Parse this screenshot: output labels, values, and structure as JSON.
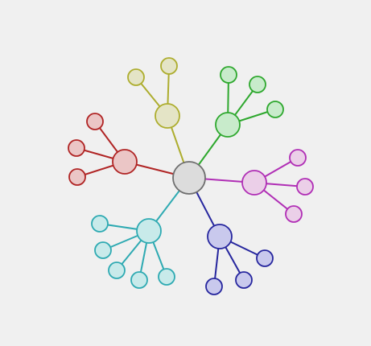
{
  "diagram": {
    "type": "radial-tree",
    "root": {
      "fill": "#dcdcdc",
      "stroke": "#6e6e6e"
    },
    "branches": [
      {
        "id": "olive",
        "fill": "#e4e4c6",
        "stroke": "#adad2e",
        "child_count": 2
      },
      {
        "id": "green",
        "fill": "#c8ebcb",
        "stroke": "#2ea82e",
        "child_count": 3
      },
      {
        "id": "red",
        "fill": "#ebc6c6",
        "stroke": "#b02424",
        "child_count": 3
      },
      {
        "id": "magenta",
        "fill": "#ebcfe8",
        "stroke": "#b02eb5",
        "child_count": 3
      },
      {
        "id": "teal",
        "fill": "#c8eaea",
        "stroke": "#2eaab2",
        "child_count": 5
      },
      {
        "id": "navy",
        "fill": "#c9c9ed",
        "stroke": "#26269e",
        "child_count": 3
      }
    ]
  }
}
